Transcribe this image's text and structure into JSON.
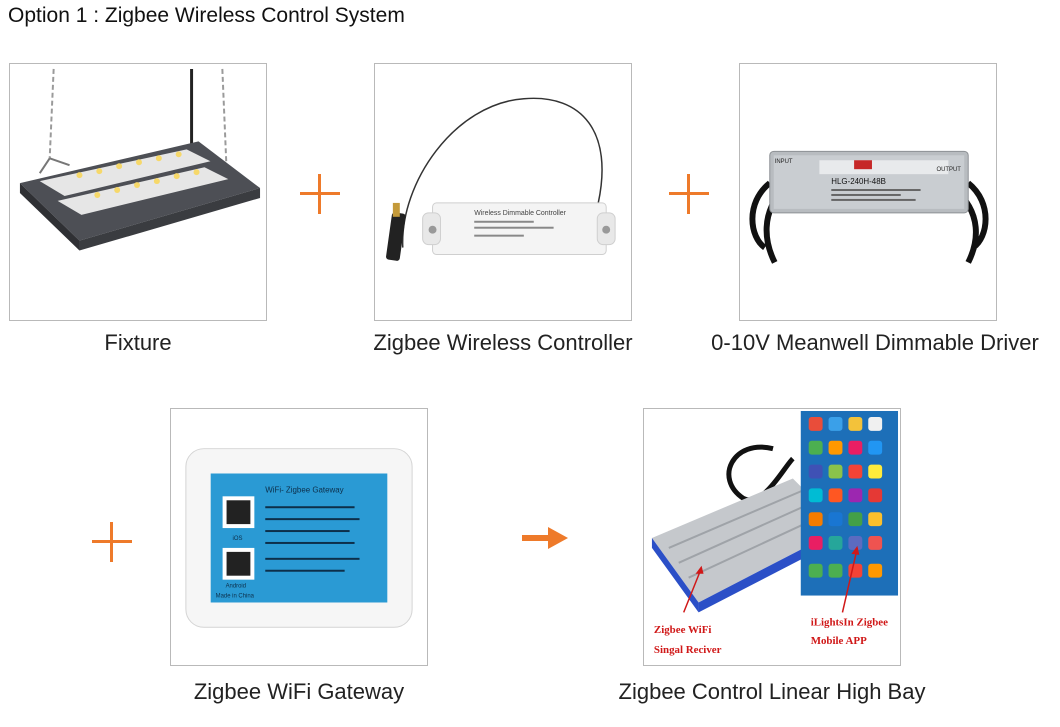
{
  "page": {
    "title": "Option 1 : Zigbee Wireless Control System"
  },
  "items": [
    {
      "caption": "Fixture"
    },
    {
      "caption": "Zigbee Wireless Controller",
      "device_label": "Wireless Dimmable Controller"
    },
    {
      "caption": "0-10V Meanwell Dimmable Driver",
      "device_label": "HLG-240H-48B",
      "input_label": "INPUT",
      "output_label": "OUTPUT"
    },
    {
      "caption": "Zigbee WiFi Gateway",
      "device_label": "WiFi- Zigbee Gateway",
      "ios_label": "iOS",
      "android_label": "Android",
      "made_label": "Made in China"
    },
    {
      "caption": "Zigbee Control Linear High Bay",
      "annotation_left_1": "Zigbee WiFi",
      "annotation_left_2": "Singal Reciver",
      "annotation_right_1": "iLightsIn Zigbee",
      "annotation_right_2": "Mobile APP"
    }
  ],
  "operators": {
    "plus": "plus-sign",
    "arrow": "arrow-right"
  },
  "colors": {
    "accent": "#ee7a2a",
    "annotation": "#d01818",
    "gateway_blue": "#2a9ad4"
  }
}
